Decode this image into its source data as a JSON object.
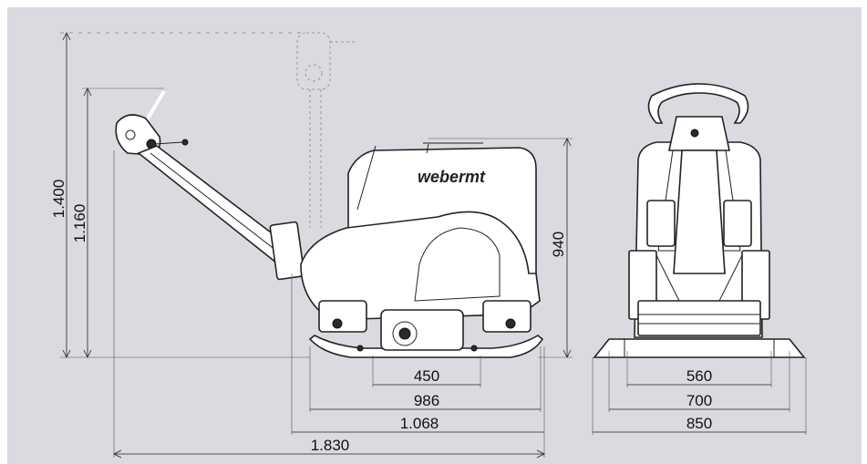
{
  "brand": {
    "logo_text": "webermt"
  },
  "dimensions": {
    "height_handle_up": "1.400",
    "height_handle_working": "1.160",
    "height_machine": "940",
    "side_length_450": "450",
    "side_length_986": "986",
    "side_length_1068": "1.068",
    "total_length": "1.830",
    "front_width_560": "560",
    "front_width_700": "700",
    "front_width_850": "850"
  },
  "colors": {
    "panel_background": "#d9dbe0",
    "line": "#222222"
  }
}
